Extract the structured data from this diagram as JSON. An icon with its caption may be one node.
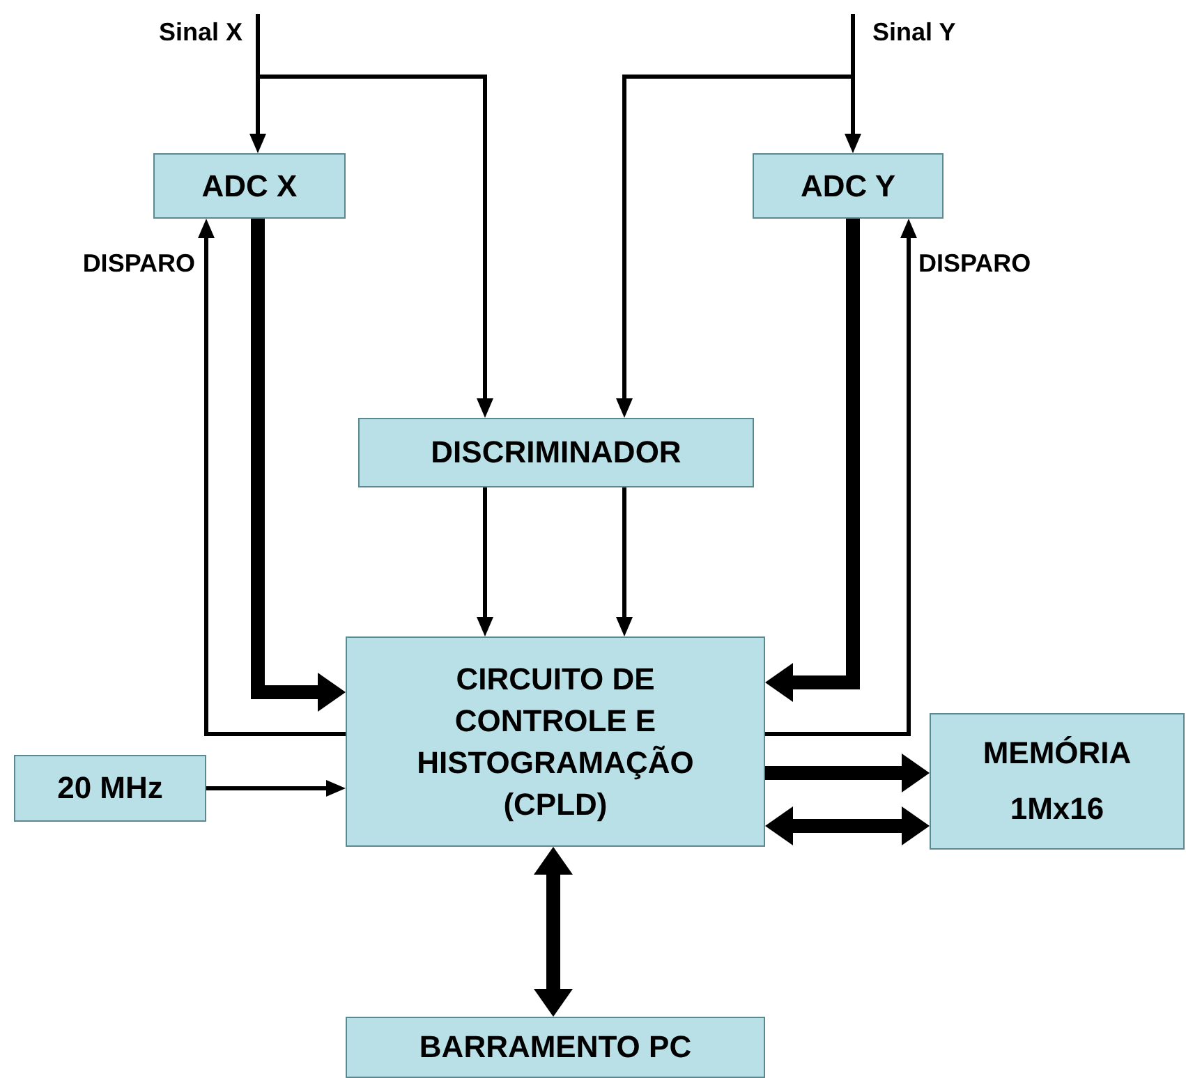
{
  "diagram": {
    "nodes": [
      {
        "text": [
          "ADC X"
        ]
      },
      {
        "text": [
          "ADC Y"
        ]
      },
      {
        "text": [
          "DISCRIMINADOR"
        ]
      },
      {
        "text": [
          "CIRCUITO DE CONTROLE E HISTOGRAMAÇÃO (CPLD)"
        ]
      },
      {
        "text": [
          "20 MHz"
        ]
      },
      {
        "text": [
          "MEMÓRIA",
          "1Mx16"
        ]
      },
      {
        "text": [
          "BARRAMENTO PC"
        ]
      }
    ],
    "edges": [
      {
        "from": null,
        "to": 0,
        "arrow": "to",
        "label": "Sinal X"
      },
      {
        "from": null,
        "to": 2,
        "arrow": "to"
      },
      {
        "from": null,
        "to": 1,
        "arrow": "to",
        "label": "Sinal Y"
      },
      {
        "from": null,
        "to": 2,
        "arrow": "to"
      },
      {
        "from": 0,
        "to": 3,
        "arrow": "to",
        "style": "thick"
      },
      {
        "from": 1,
        "to": 3,
        "arrow": "to",
        "style": "thick"
      },
      {
        "from": 3,
        "to": 0,
        "arrow": "to",
        "label": "DISPARO"
      },
      {
        "from": 3,
        "to": 1,
        "arrow": "to",
        "label": "DISPARO"
      },
      {
        "from": 2,
        "to": 3,
        "arrow": "to"
      },
      {
        "from": 2,
        "to": 3,
        "arrow": "to"
      },
      {
        "from": 4,
        "to": 3,
        "arrow": "to"
      },
      {
        "from": 3,
        "to": 5,
        "arrow": "to",
        "style": "thick"
      },
      {
        "from": 3,
        "to": 5,
        "arrow": "both",
        "style": "thick"
      },
      {
        "from": 3,
        "to": 6,
        "arrow": "both",
        "style": "thick"
      }
    ]
  }
}
